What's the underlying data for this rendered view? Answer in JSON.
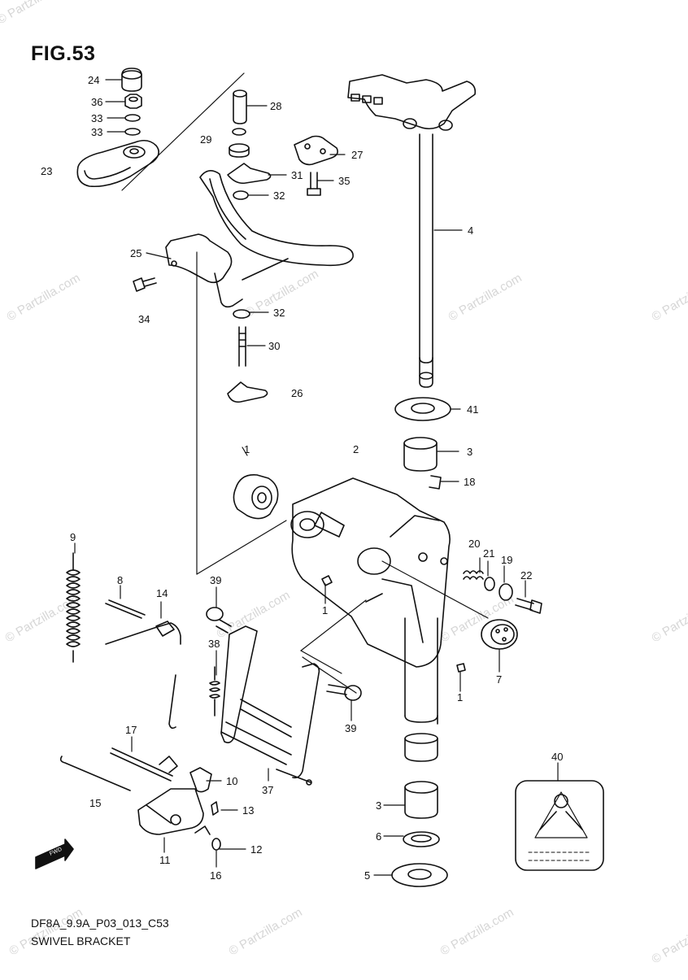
{
  "figure": {
    "title": "FIG.53",
    "code": "DF8A_9.9A_P03_013_C53",
    "name": "SWIVEL BRACKET"
  },
  "watermark": "© Partzilla.com",
  "direction_label": "FWD",
  "callouts": [
    {
      "id": "c24",
      "text": "24"
    },
    {
      "id": "c36",
      "text": "36"
    },
    {
      "id": "c33a",
      "text": "33"
    },
    {
      "id": "c33b",
      "text": "33"
    },
    {
      "id": "c23",
      "text": "23"
    },
    {
      "id": "c28",
      "text": "28"
    },
    {
      "id": "c29",
      "text": "29"
    },
    {
      "id": "c27",
      "text": "27"
    },
    {
      "id": "c31",
      "text": "31"
    },
    {
      "id": "c35",
      "text": "35"
    },
    {
      "id": "c32a",
      "text": "32"
    },
    {
      "id": "c25",
      "text": "25"
    },
    {
      "id": "c34",
      "text": "34"
    },
    {
      "id": "c32b",
      "text": "32"
    },
    {
      "id": "c30",
      "text": "30"
    },
    {
      "id": "c26",
      "text": "26"
    },
    {
      "id": "c4",
      "text": "4"
    },
    {
      "id": "c41",
      "text": "41"
    },
    {
      "id": "c1a",
      "text": "1"
    },
    {
      "id": "c2",
      "text": "2"
    },
    {
      "id": "c3a",
      "text": "3"
    },
    {
      "id": "c18",
      "text": "18"
    },
    {
      "id": "c9",
      "text": "9"
    },
    {
      "id": "c8",
      "text": "8"
    },
    {
      "id": "c14",
      "text": "14"
    },
    {
      "id": "c39a",
      "text": "39"
    },
    {
      "id": "c1b",
      "text": "1"
    },
    {
      "id": "c20",
      "text": "20"
    },
    {
      "id": "c21",
      "text": "21"
    },
    {
      "id": "c19",
      "text": "19"
    },
    {
      "id": "c22",
      "text": "22"
    },
    {
      "id": "c7",
      "text": "7"
    },
    {
      "id": "c38",
      "text": "38"
    },
    {
      "id": "c1c",
      "text": "1"
    },
    {
      "id": "c39b",
      "text": "39"
    },
    {
      "id": "c17",
      "text": "17"
    },
    {
      "id": "c10",
      "text": "10"
    },
    {
      "id": "c15",
      "text": "15"
    },
    {
      "id": "c13",
      "text": "13"
    },
    {
      "id": "c37",
      "text": "37"
    },
    {
      "id": "c40",
      "text": "40"
    },
    {
      "id": "c3b",
      "text": "3"
    },
    {
      "id": "c6",
      "text": "6"
    },
    {
      "id": "c12",
      "text": "12"
    },
    {
      "id": "c11",
      "text": "11"
    },
    {
      "id": "c16",
      "text": "16"
    },
    {
      "id": "c5",
      "text": "5"
    }
  ]
}
